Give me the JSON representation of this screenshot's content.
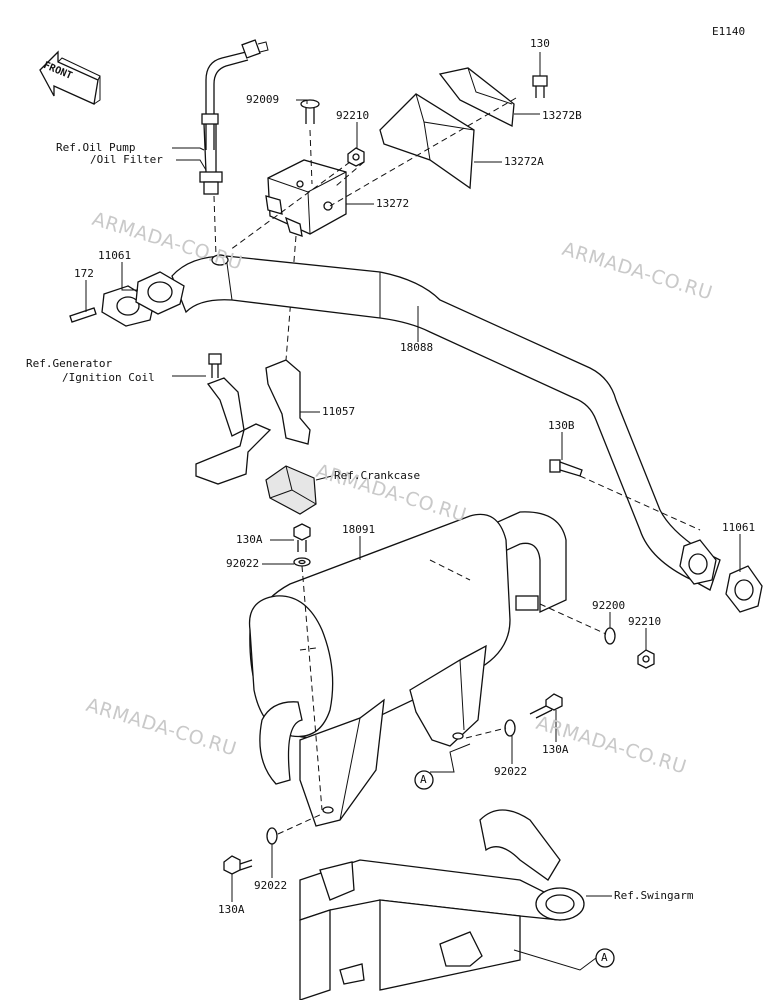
{
  "diagram_code": "E1140",
  "front_label": "FRONT",
  "callouts": {
    "c130_top": "130",
    "c92009": "92009",
    "c92210_top": "92210",
    "c13272B": "13272B",
    "c13272A": "13272A",
    "c13272": "13272",
    "c11061_left": "11061",
    "c172": "172",
    "c18088": "18088",
    "c11057": "11057",
    "c130B": "130B",
    "c11061_right": "11061",
    "c18091": "18091",
    "c130A_top": "130A",
    "c92022_top": "92022",
    "c92200": "92200",
    "c92210_right": "92210",
    "c130A_right": "130A",
    "c92022_right": "92022",
    "c92022_bottom": "92022",
    "c130A_bottom": "130A",
    "markerA_1": "A",
    "markerA_2": "A"
  },
  "references": {
    "oil_pump_line1": "Ref.Oil Pump",
    "oil_pump_line2": "/Oil Filter",
    "generator_line1": "Ref.Generator",
    "generator_line2": "/Ignition Coil",
    "crankcase": "Ref.Crankcase",
    "swingarm": "Ref.Swingarm"
  },
  "watermark": "ARMADA-CO.RU"
}
